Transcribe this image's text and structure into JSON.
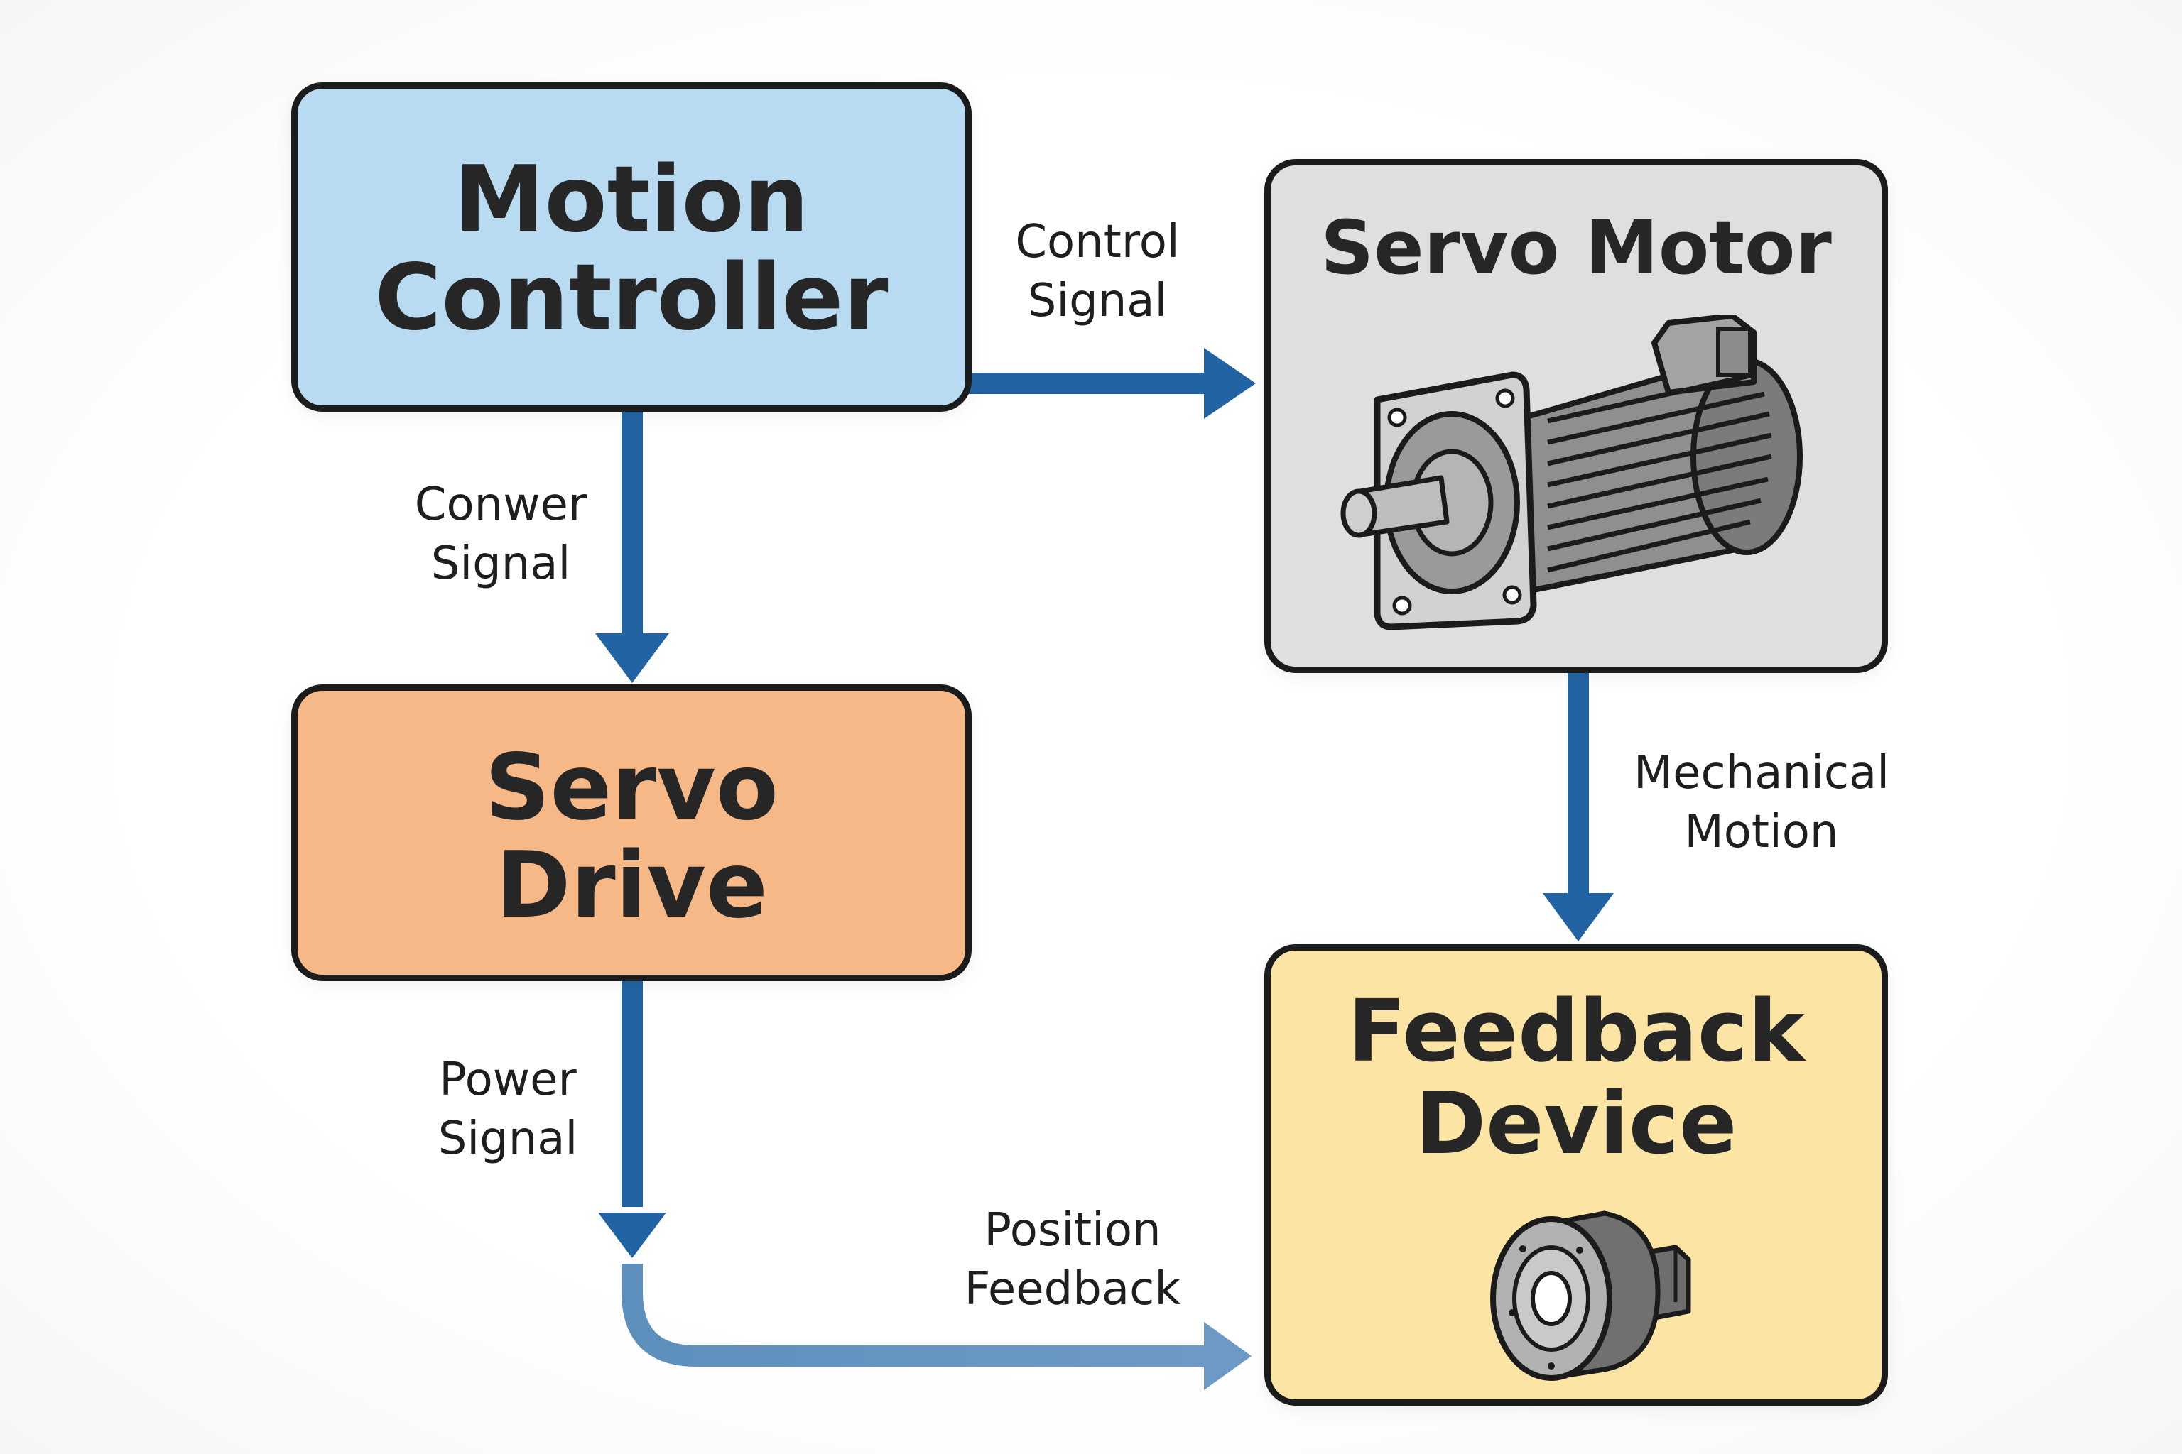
{
  "colors": {
    "arrow": "#2264a3",
    "arrow_light": "#5d8fbd",
    "outline": "#1b1b1b",
    "motion_controller_fill": "#b8dbf2",
    "servo_drive_fill": "#f6b887",
    "servo_motor_fill": "#dfdfdf",
    "feedback_device_fill": "#fce5a4"
  },
  "nodes": {
    "motion_controller": {
      "title": "Motion\nController"
    },
    "servo_drive": {
      "title": "Servo\nDrive"
    },
    "servo_motor": {
      "title": "Servo Motor",
      "icon": "servo-motor-icon"
    },
    "feedback_device": {
      "title": "Feedback\nDevice",
      "icon": "encoder-icon"
    }
  },
  "edges": {
    "controller_to_motor": {
      "label": "Control\nSignal"
    },
    "controller_to_drive": {
      "label": "Conwer\nSignal"
    },
    "drive_to_feedback": {
      "label": "Power\nSignal"
    },
    "motor_to_feedback": {
      "label": "Mechanical\nMotion"
    },
    "position_feedback": {
      "label": "Position\nFeedback"
    }
  }
}
